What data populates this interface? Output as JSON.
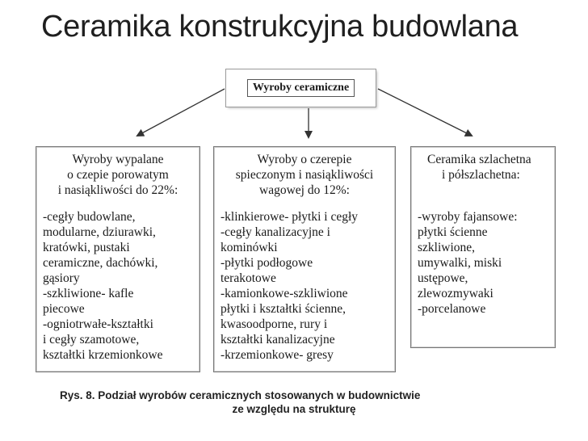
{
  "slide": {
    "title": "Ceramika konstrukcyjna budowlana"
  },
  "diagram": {
    "root": "Wyroby ceramiczne",
    "columns": [
      {
        "heading": [
          "Wyroby wypalane",
          "o czepie porowatym",
          "i nasiąkliwości do 22%:"
        ],
        "items": [
          "-cegły budowlane,",
          "modularne, dziurawki,",
          "kratówki, pustaki",
          "ceramiczne, dachówki,",
          "gąsiory",
          "-szkliwione- kafle",
          "piecowe",
          "-ogniotrwałe-kształtki",
          "i cegły szamotowe,",
          "kształtki krzemionkowe"
        ]
      },
      {
        "heading": [
          "Wyroby o czerepie",
          "spieczonym i nasiąkliwości",
          "wagowej do 12%:"
        ],
        "items": [
          "-klinkierowe- płytki i cegły",
          "-cegły kanalizacyjne i",
          "kominówki",
          "-płytki podłogowe",
          "terakotowe",
          "-kamionkowe-szkliwione",
          "płytki i kształtki ścienne,",
          "kwasoodporne, rury i",
          "kształtki kanalizacyjne",
          "-krzemionkowe- gresy"
        ]
      },
      {
        "heading": [
          "Ceramika szlachetna",
          "i półszlachetna:"
        ],
        "items": [
          "-wyroby fajansowe:",
          "płytki ścienne",
          "szkliwione,",
          "umywalki, miski",
          "ustępowe,",
          "zlewozmywaki",
          "-porcelanowe"
        ]
      }
    ]
  },
  "caption": {
    "line1": "Rys. 8. Podział  wyrobów ceramicznych stosowanych w budownictwie",
    "line2": "ze względu na strukturę"
  }
}
